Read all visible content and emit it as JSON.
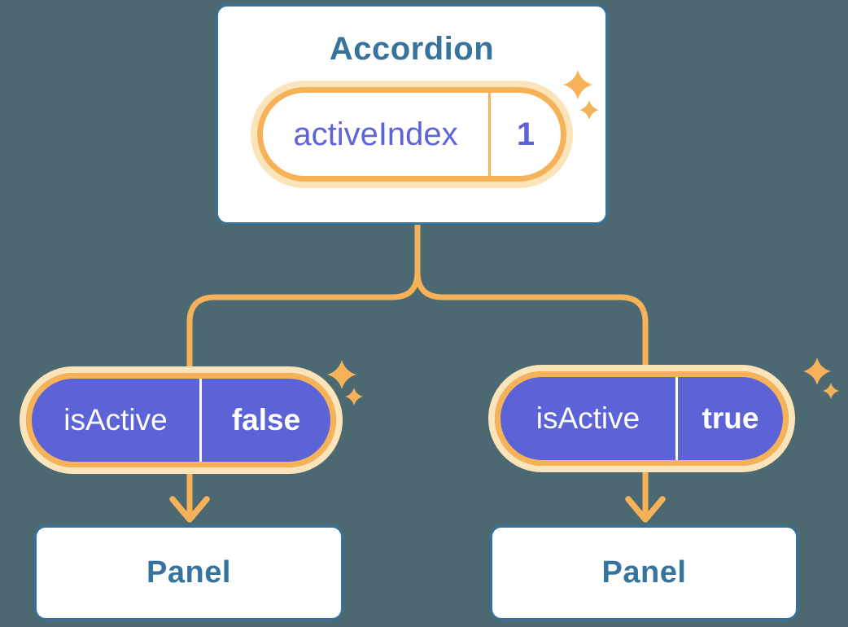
{
  "diagram": {
    "root": {
      "title": "Accordion",
      "state": {
        "label": "activeIndex",
        "value": "1"
      }
    },
    "children": [
      {
        "side": "left",
        "prop": {
          "label": "isActive",
          "value": "false"
        },
        "panel": {
          "title": "Panel"
        }
      },
      {
        "side": "right",
        "prop": {
          "label": "isActive",
          "value": "true"
        },
        "panel": {
          "title": "Panel"
        }
      }
    ]
  },
  "icons": {
    "sparkle": "four-point-star"
  },
  "colors": {
    "bg": "#4C6871",
    "card-bg": "#FFFFFF",
    "blue-border": "#36719A",
    "blue-text": "#36749E",
    "amber": "#F5B259",
    "amber-halo": "#FCE4BA",
    "purple": "#5B63D6",
    "purple-text": "#5E63D8",
    "white-text": "#FFFFFF"
  }
}
